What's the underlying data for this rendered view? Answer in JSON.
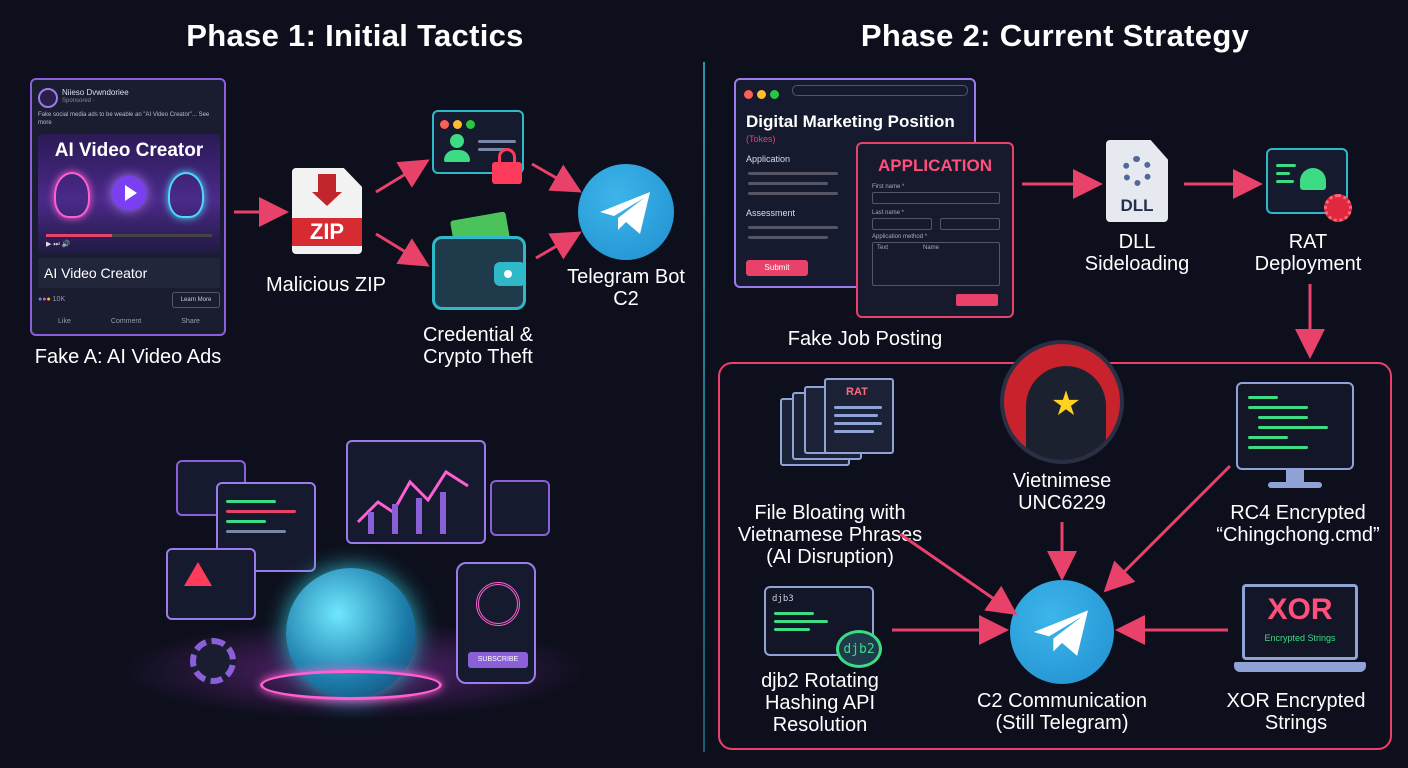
{
  "phase1": {
    "title": "Phase 1: Initial Tactics",
    "fb_card": {
      "page_name": "Niieso Dvwndoriee",
      "sponsored": "Sponsored ·",
      "caption": "Fake social media ads to be weable an \"AI Video Creator\"... See more",
      "banner_title": "AI Video Creator",
      "product_name": "AI Video Creator",
      "reactions": "10K",
      "learn_more": "Learn More",
      "like": "Like",
      "comment": "Comment",
      "share": "Share"
    },
    "fb_label": "Fake A: AI Video Ads",
    "zip_text": "ZIP",
    "zip_label": "Malicious ZIP",
    "theft_label": "Credential &\nCrypto Theft",
    "telegram_label": "Telegram Bot\nC2"
  },
  "phase2": {
    "title": "Phase 2: Current Strategy",
    "job": {
      "title": "Digital Marketing Position",
      "subtitle": "(Tokes)",
      "section1": "Application",
      "section2": "Assessment",
      "submit": "Submit",
      "app_title": "APPLICATION",
      "field1": "First name *",
      "field2": "Last name *",
      "field3": "Application method *",
      "check1": "Text",
      "check2": "Name"
    },
    "job_label": "Fake Job Posting",
    "dll_text": "DLL",
    "dll_label": "DLL\nSideloading",
    "rat_label": "RAT\nDeployment",
    "bloat_doc": "RAT",
    "bloat_label": "File Bloating with\nVietnamese Phrases\n(AI Disruption)",
    "actor_label": "Vietnimese\nUNC6229",
    "rc4_label": "RC4 Encrypted\n“Chingchong.cmd”",
    "djb2_text": "djb2",
    "djb2_code": "djb3",
    "djb2_label": "djb2 Rotating\nHashing API\nResolution",
    "c2_label": "C2 Communication\n(Still Telegram)",
    "xor_text": "XOR",
    "xor_sub": "Encrypted Strings",
    "xor_label": "XOR Encrypted\nStrings"
  },
  "illustration": {
    "subscribe_button": "SUBSCRIBE"
  },
  "colors": {
    "background": "#0d0f1c",
    "arrow": "#e8416a",
    "accent_purple": "#8a5fd8",
    "accent_cyan": "#2fb8c8",
    "telegram": "#2aa3df"
  }
}
